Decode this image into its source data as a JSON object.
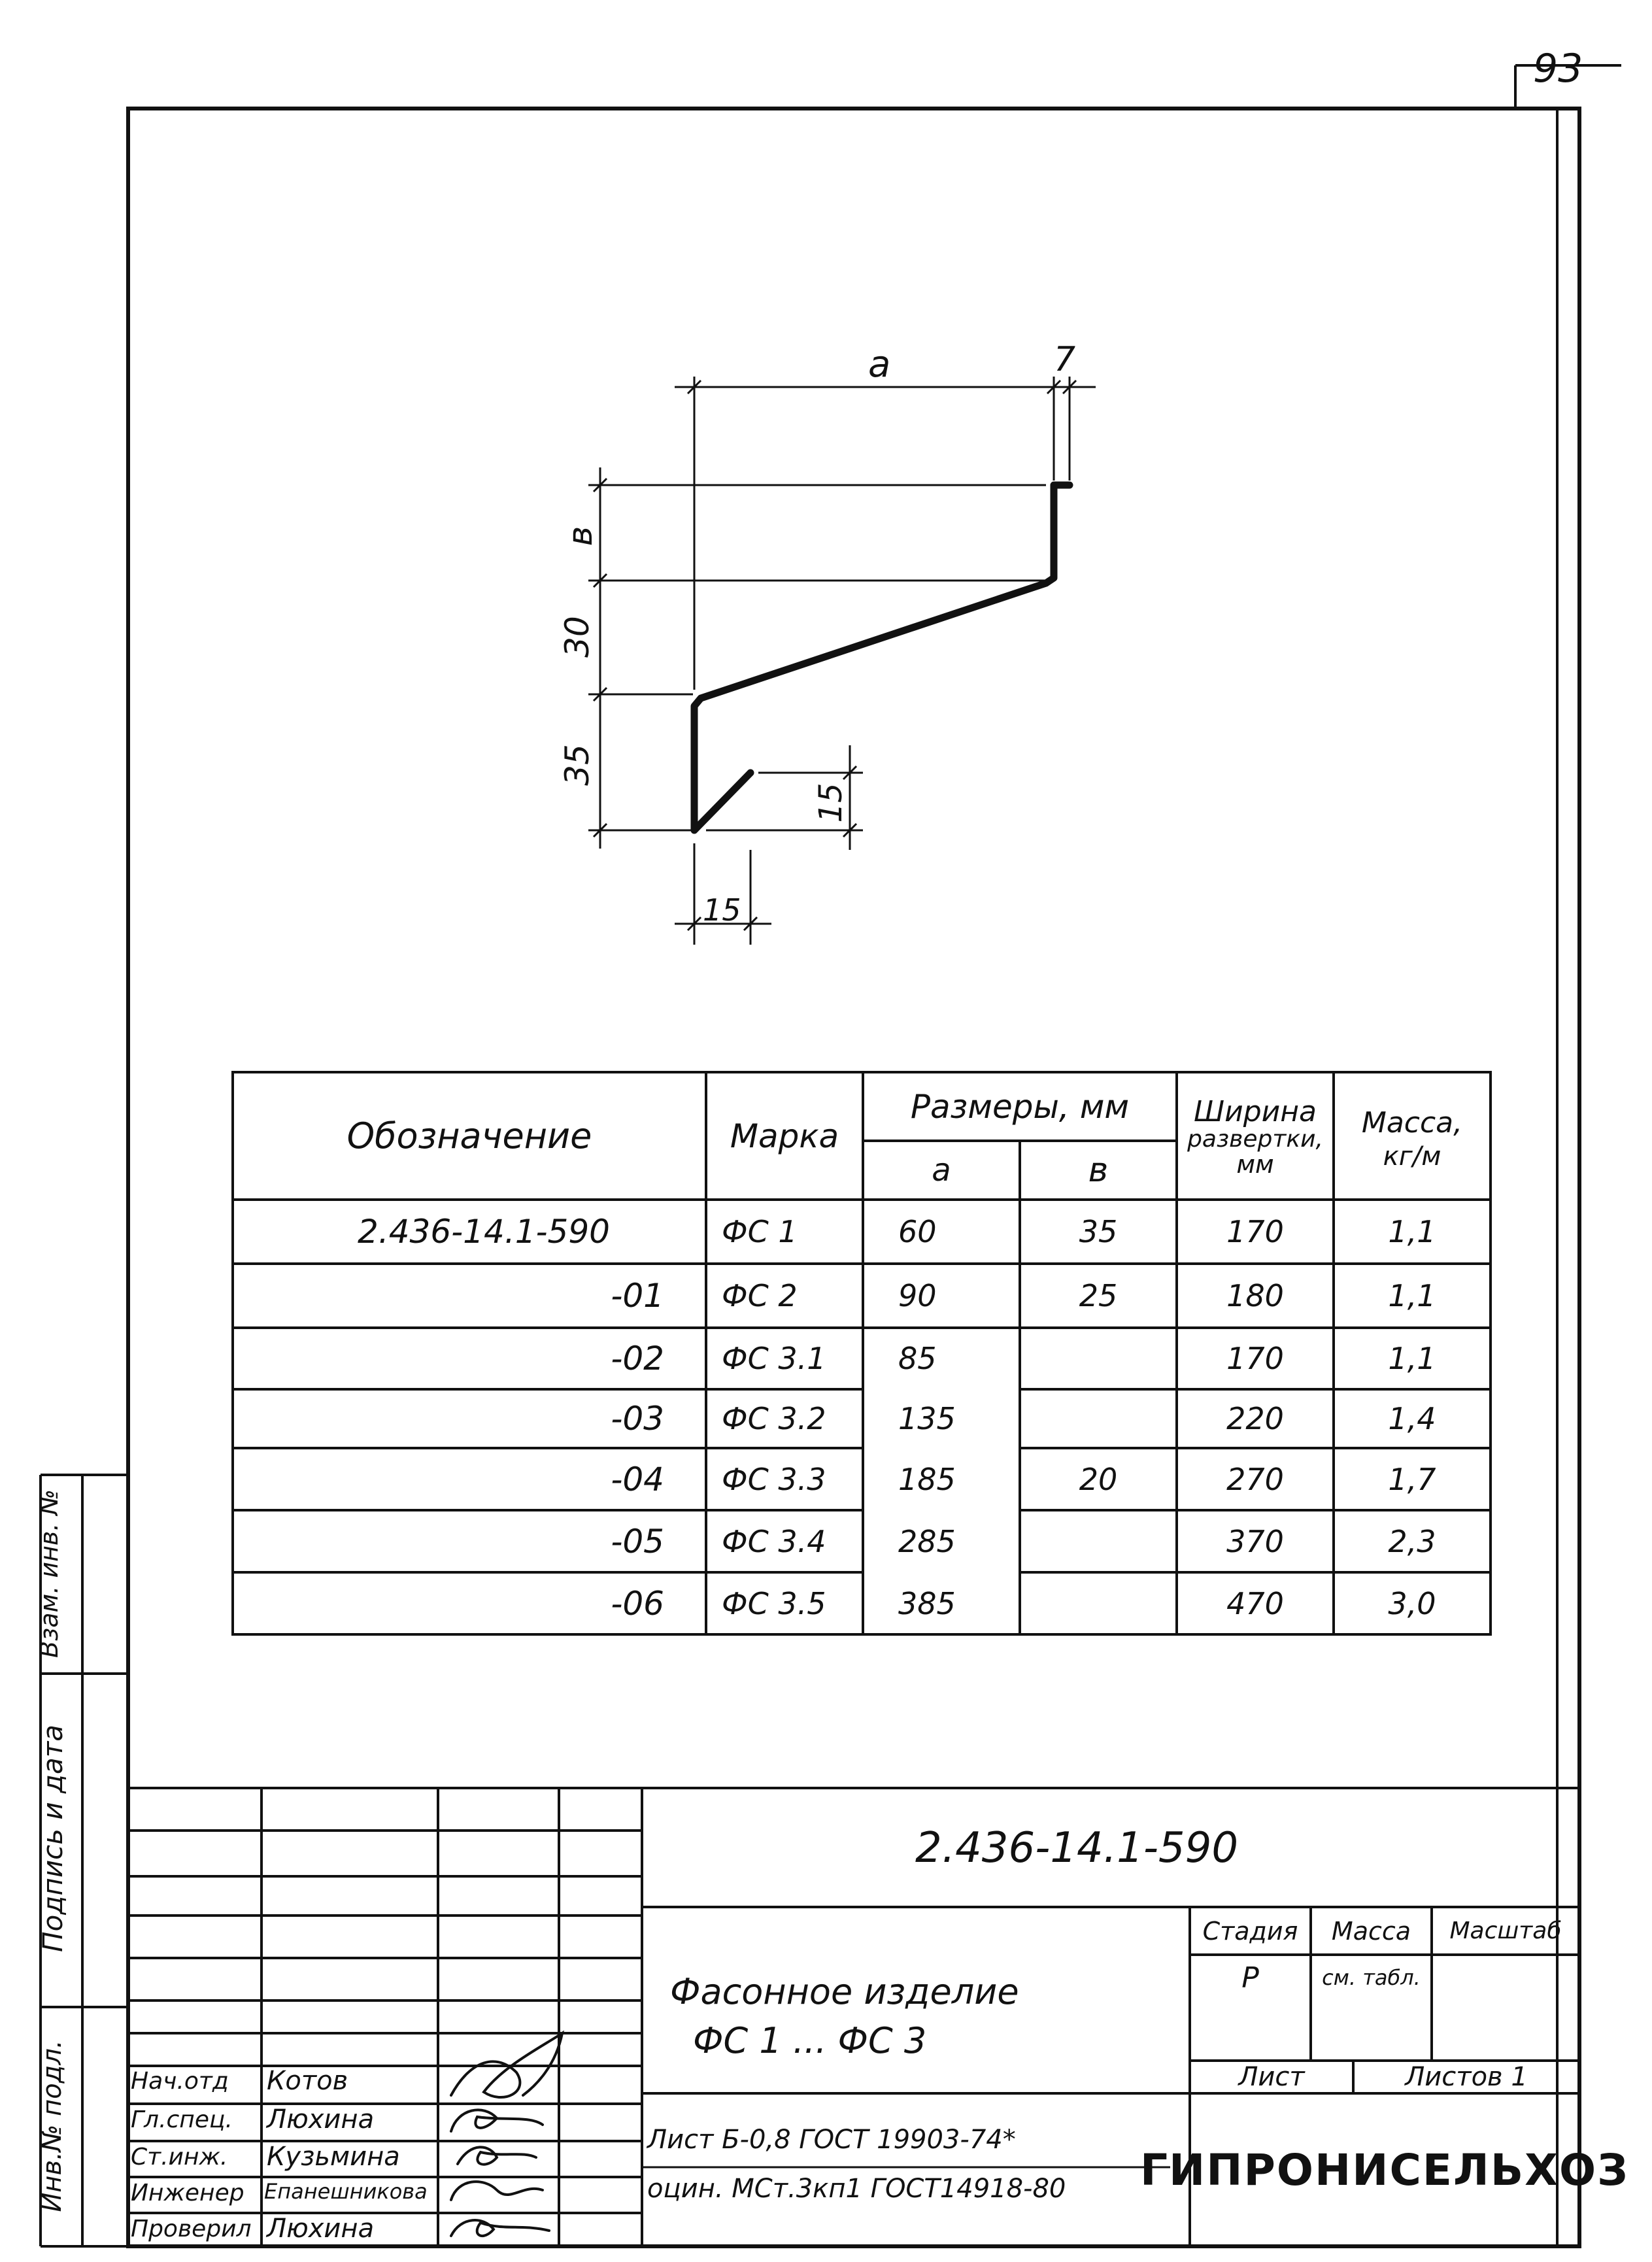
{
  "page_number": "93",
  "drawing": {
    "dim_a": "a",
    "dim_top_small": "7",
    "dim_b": "в",
    "dim_30": "30",
    "dim_35": "35",
    "dim_15_vertical": "15",
    "dim_15_horizontal": "15"
  },
  "table": {
    "headers": {
      "designation": "Обозначение",
      "mark": "Марка",
      "dimensions": "Размеры, мм",
      "col_a": "a",
      "col_b": "в",
      "width_line1": "Ширина",
      "width_line2": "развертки,",
      "width_line3": "мм",
      "mass_line1": "Масса,",
      "mass_line2": "кг/м"
    },
    "rows": [
      {
        "designation": "2.436-14.1-590",
        "mark": "ФС 1",
        "a": "60",
        "b": "35",
        "width": "170",
        "mass": "1,1"
      },
      {
        "designation": "-01",
        "mark": "ФС 2",
        "a": "90",
        "b": "25",
        "width": "180",
        "mass": "1,1"
      },
      {
        "designation": "-02",
        "mark": "ФС 3.1",
        "a": "85",
        "b": "",
        "width": "170",
        "mass": "1,1"
      },
      {
        "designation": "-03",
        "mark": "ФС 3.2",
        "a": "135",
        "b": "",
        "width": "220",
        "mass": "1,4"
      },
      {
        "designation": "-04",
        "mark": "ФС 3.3",
        "a": "185",
        "b": "20",
        "width": "270",
        "mass": "1,7"
      },
      {
        "designation": "-05",
        "mark": "ФС 3.4",
        "a": "285",
        "b": "",
        "width": "370",
        "mass": "2,3"
      },
      {
        "designation": "-06",
        "mark": "ФС 3.5",
        "a": "385",
        "b": "",
        "width": "470",
        "mass": "3,0"
      }
    ]
  },
  "side_stamp": {
    "inv_no": "Инв.№ подл.",
    "signature_date": "Подпись и дата",
    "replace_inv": "Взам. инв. №"
  },
  "title_block": {
    "doc_code": "2.436-14.1-590",
    "title_line1": "Фасонное изделие",
    "title_line2": "ФС 1 ... ФС 3",
    "stage_label": "Стадия",
    "mass_label": "Масса",
    "scale_label": "Масштаб",
    "stage_value": "Р",
    "mass_value": "см. табл.",
    "sheet_label": "Лист",
    "sheets_label": "Листов 1",
    "material_line1": "Лист Б-0,8 ГОСТ 19903-74*",
    "material_line2": "оцин. МСт.3кп1 ГОСТ14918-80",
    "organization": "ГИПРОНИСЕЛЬХОЗ",
    "staff": [
      {
        "role": "Нач.отд",
        "name": "Котов"
      },
      {
        "role": "Гл.спец.",
        "name": "Люхина"
      },
      {
        "role": "Ст.инж.",
        "name": "Кузьмина"
      },
      {
        "role": "Инженер",
        "name": "Епанешникова"
      },
      {
        "role": "Проверил",
        "name": "Люхина"
      }
    ]
  }
}
